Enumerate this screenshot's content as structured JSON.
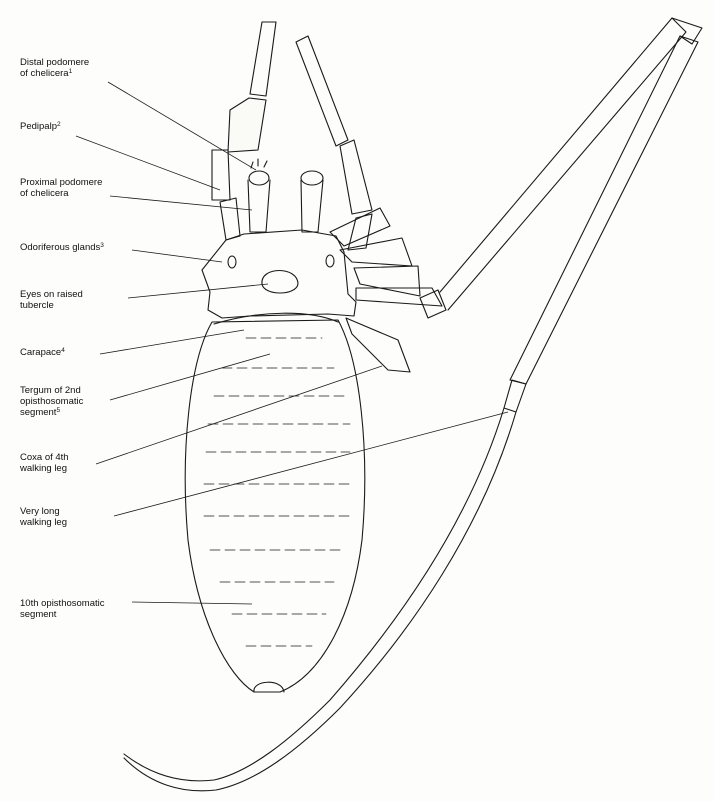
{
  "figure": {
    "labels": {
      "distal_podomere": {
        "line1": "Distal podomere",
        "line2": "of chelicera",
        "note": "1"
      },
      "pedipalp": {
        "line1": "Pedipalp",
        "note": "2"
      },
      "proximal_podomere": {
        "line1": "Proximal podomere",
        "line2": "of chelicera"
      },
      "odoriferous_glands": {
        "line1": "Odoriferous glands",
        "note": "3"
      },
      "eyes": {
        "line1": "Eyes on raised",
        "line2": "tubercle"
      },
      "carapace": {
        "line1": "Carapace",
        "note": "4"
      },
      "tergum": {
        "line1": "Tergum of 2nd",
        "line2": "opisthosomatic",
        "line3": "segment",
        "note": "5"
      },
      "coxa": {
        "line1": "Coxa of 4th",
        "line2": "walking leg"
      },
      "long_leg": {
        "line1": "Very long",
        "line2": "walking leg"
      },
      "tenth_segment": {
        "line1": "10th opisthosomatic",
        "line2": "segment"
      }
    }
  },
  "colors": {
    "ink": "#1a1a1a",
    "paper": "#fdfdfb"
  }
}
